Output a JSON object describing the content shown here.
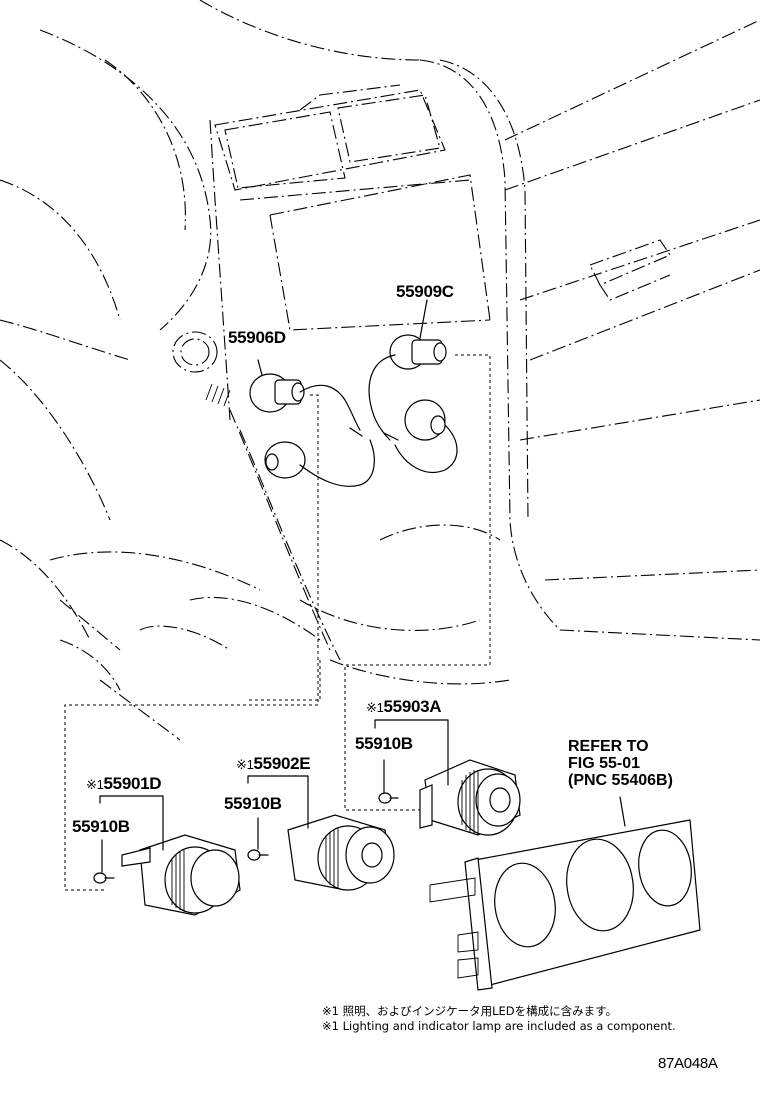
{
  "parts": {
    "p55909C": "55909C",
    "p55906D": "55906D",
    "p55903A": "55903A",
    "p55902E": "55902E",
    "p55901D": "55901D",
    "p55910B_a": "55910B",
    "p55910B_b": "55910B",
    "p55910B_c": "55910B",
    "mark": "※1"
  },
  "refer": {
    "line1": "REFER TO",
    "line2": "FIG 55-01",
    "line3": "(PNC 55406B)"
  },
  "notes": {
    "jp": "※1 照明、およびインジケータ用LEDを構成に含みます。",
    "en": "※1 Lighting and indicator lamp are included as a component."
  },
  "figure_id": "87A048A"
}
